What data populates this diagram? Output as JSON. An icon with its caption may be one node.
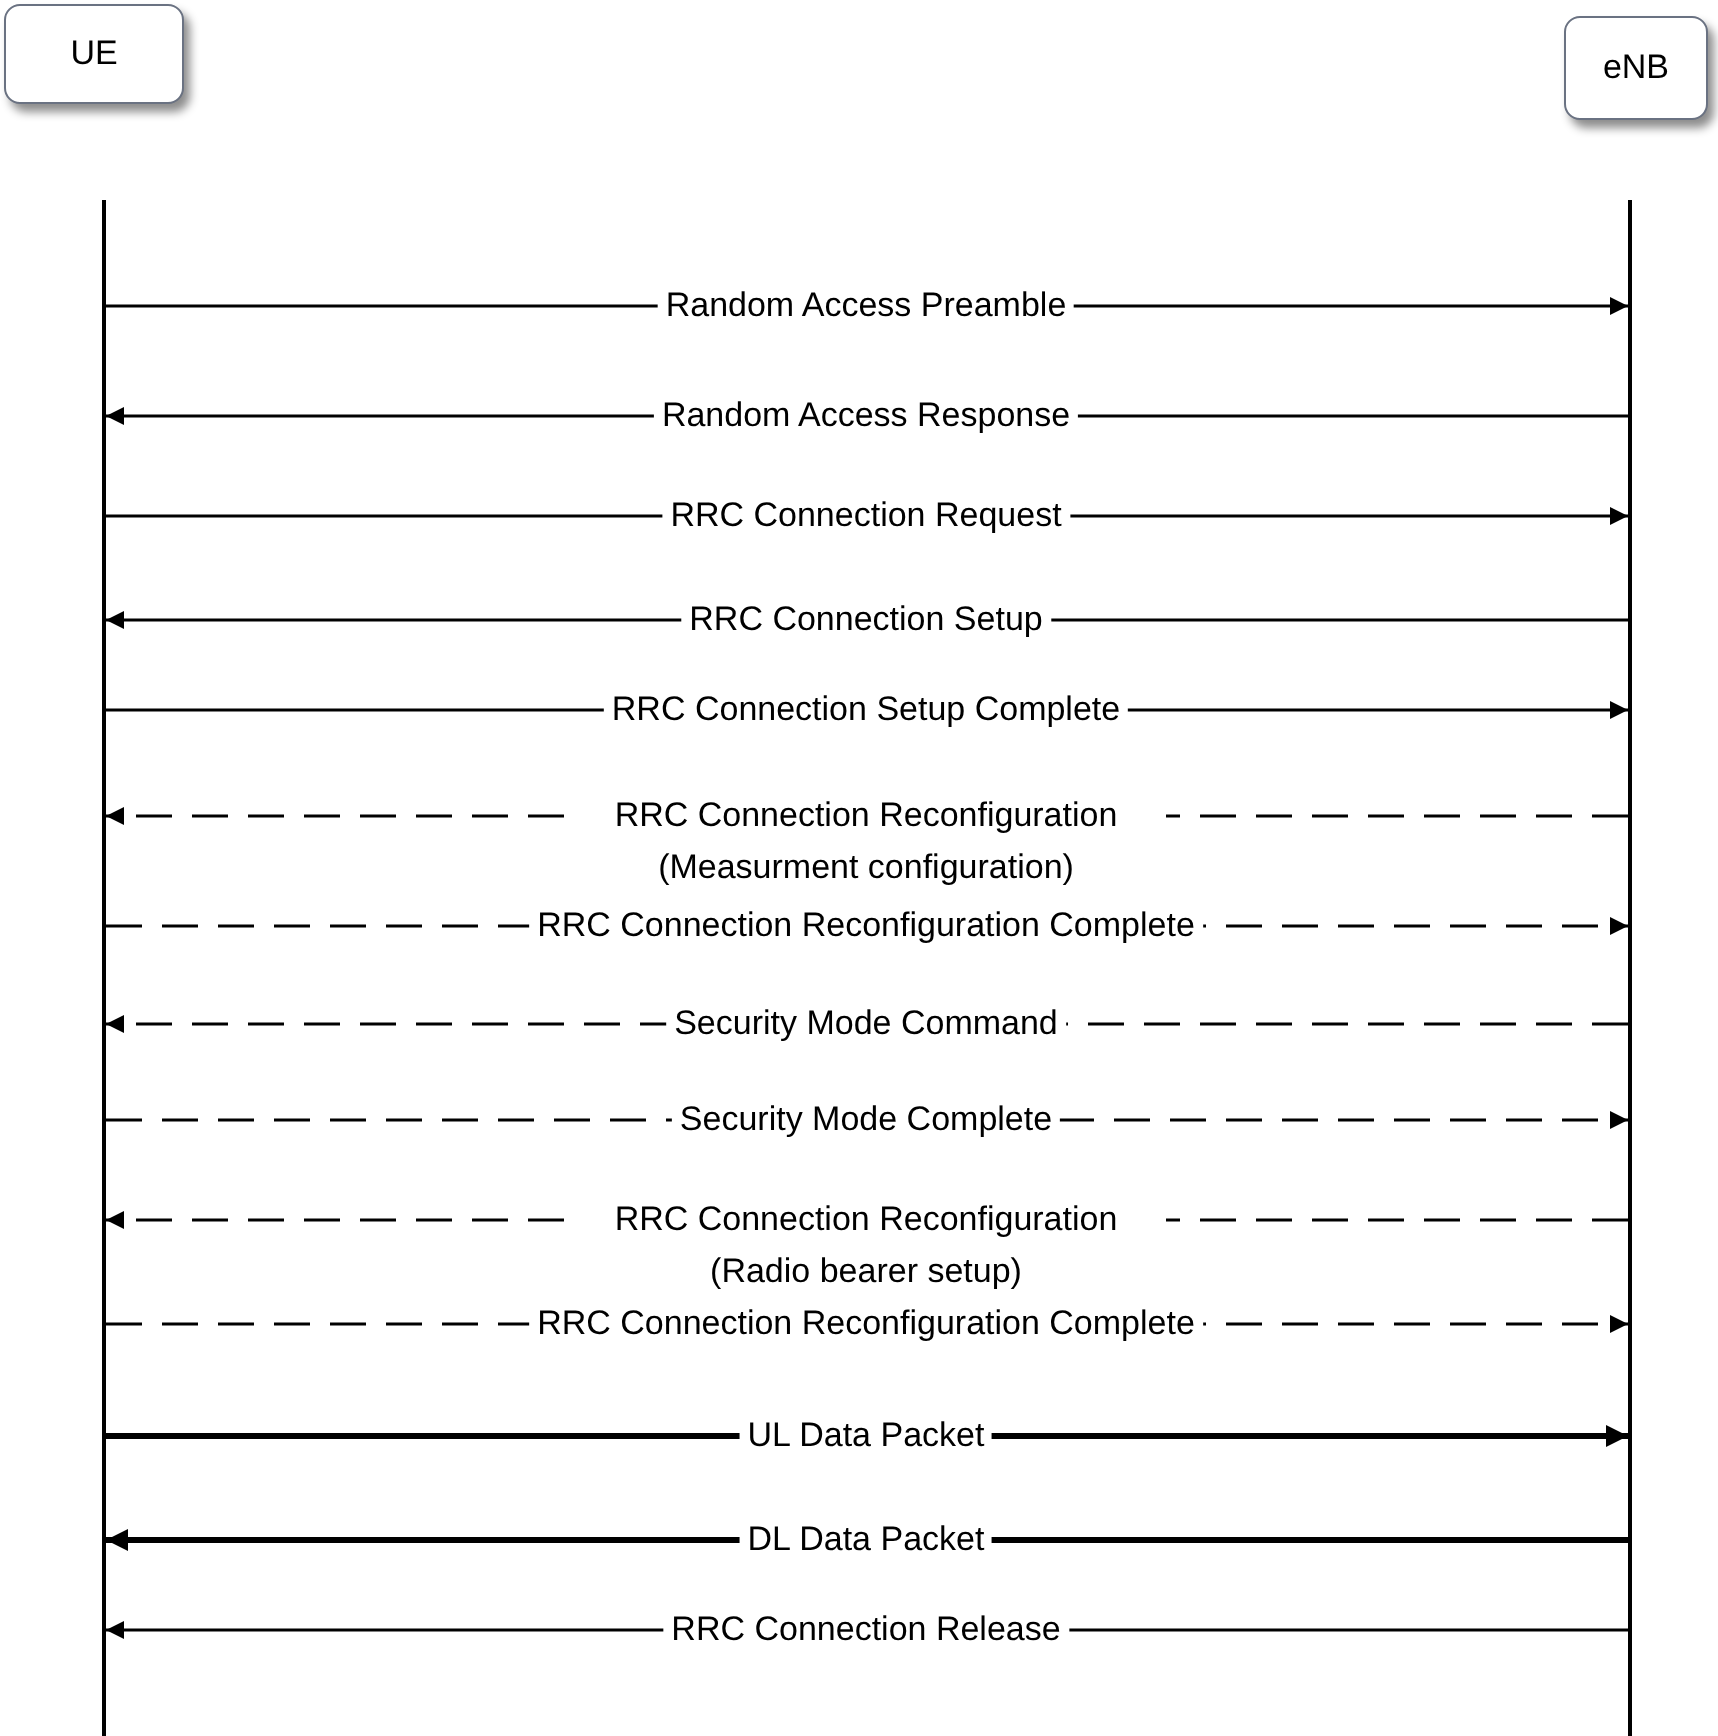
{
  "diagram": {
    "nodes": [
      {
        "text": [
          "UE"
        ]
      },
      {
        "text": [
          "eNB"
        ]
      },
      {
        "text": [],
        "shape": "bar"
      },
      {
        "text": [],
        "shape": "bar"
      }
    ],
    "edges": [
      {
        "from": 2,
        "to": 3,
        "arrow": "to",
        "label": "Random Access Preamble"
      },
      {
        "from": 3,
        "to": 2,
        "arrow": "to",
        "label": "Random Access Response"
      },
      {
        "from": 2,
        "to": 3,
        "arrow": "to",
        "label": "RRC Connection Request"
      },
      {
        "from": 3,
        "to": 2,
        "arrow": "to",
        "label": "RRC Connection Setup"
      },
      {
        "from": 2,
        "to": 3,
        "arrow": "to",
        "label": "RRC Connection Setup Complete"
      },
      {
        "from": 3,
        "to": 2,
        "arrow": "to",
        "label": "RRC Connection Reconfiguration (Measurment configuration)",
        "style": "dashed"
      },
      {
        "from": 2,
        "to": 3,
        "arrow": "to",
        "label": "RRC Connection Reconfiguration Complete",
        "style": "dashed"
      },
      {
        "from": 3,
        "to": 2,
        "arrow": "to",
        "label": "Security Mode Command",
        "style": "dashed"
      },
      {
        "from": 2,
        "to": 3,
        "arrow": "to",
        "label": "Security Mode Complete",
        "style": "dashed"
      },
      {
        "from": 3,
        "to": 2,
        "arrow": "to",
        "label": "RRC Connection Reconfiguration (Radio bearer setup)",
        "style": "dashed"
      },
      {
        "from": 2,
        "to": 3,
        "arrow": "to",
        "label": "RRC Connection Reconfiguration Complete",
        "style": "dashed"
      },
      {
        "from": 2,
        "to": 3,
        "arrow": "to",
        "label": "UL Data Packet",
        "style": "thick"
      },
      {
        "from": 3,
        "to": 2,
        "arrow": "to",
        "label": "DL Data Packet",
        "style": "thick"
      },
      {
        "from": 3,
        "to": 2,
        "arrow": "to",
        "label": "RRC Connection Release"
      }
    ]
  }
}
